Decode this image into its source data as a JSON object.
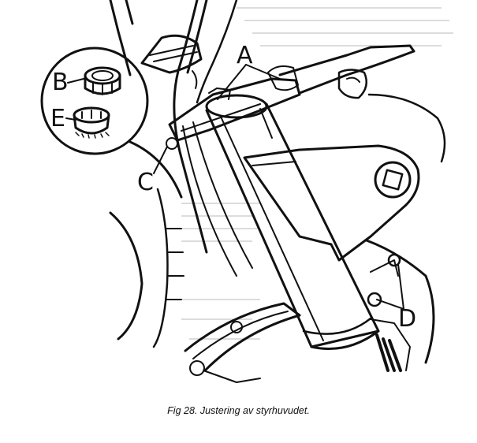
{
  "figure": {
    "caption": "Fig 28. Justering av styrhuvudet.",
    "callouts": {
      "a": "A",
      "b": "B",
      "c": "C",
      "d": "D",
      "e": "E"
    }
  },
  "colors": {
    "ink": "#111111",
    "paper": "#ffffff",
    "bleed_through": "#b9b9b9"
  }
}
